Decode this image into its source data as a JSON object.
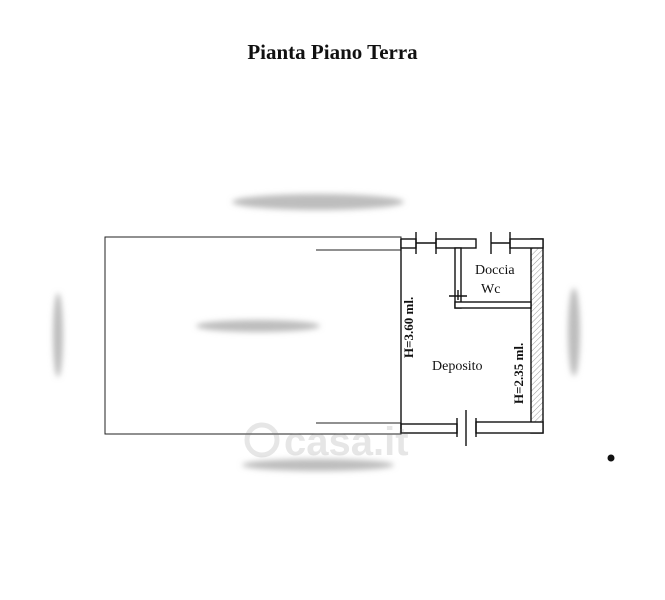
{
  "title": "Pianta Piano Terra",
  "rooms": {
    "doccia": "Doccia",
    "wc": "Wc",
    "deposito": "Deposito"
  },
  "dimensions": {
    "height_main": "H=3.60 ml.",
    "height_deposito": "H=2.35 ml."
  },
  "watermark": "casa.it",
  "colors": {
    "line": "#111111",
    "wall": "#ffffff",
    "smudge": "#b9b9b9"
  }
}
